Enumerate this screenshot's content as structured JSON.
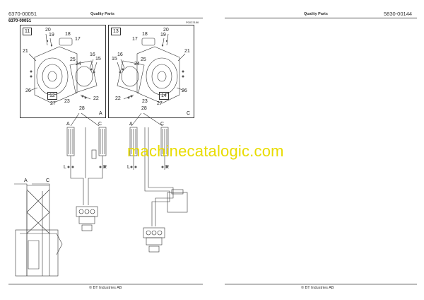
{
  "left_page": {
    "code": "6370-00051",
    "header_title": "Quality Parts",
    "section_code": "6370-00051",
    "picture_number": "P0023186",
    "footer": "© BT Industries AB",
    "panel_left": {
      "frame_label": "11",
      "labels": [
        "20",
        "19",
        "18",
        "17",
        "16",
        "15",
        "21",
        "25",
        "24",
        "22",
        "26",
        "27",
        "23"
      ],
      "boxed_label": "12",
      "corner_label": "A"
    },
    "panel_right": {
      "frame_label": "13",
      "labels": [
        "20",
        "19",
        "18",
        "17",
        "16",
        "15",
        "21",
        "25",
        "24",
        "22",
        "26",
        "27",
        "23"
      ],
      "boxed_label": "14",
      "corner_label": "C"
    },
    "hydraulic_label": "28",
    "schematic_labels": {
      "a1": "A",
      "c1": "C",
      "l1": "L",
      "r1": "R",
      "a2": "A",
      "c2": "C",
      "l2": "L",
      "r2": "R",
      "a3": "A",
      "c3": "C"
    }
  },
  "right_page": {
    "code": "5830-00144",
    "header_title": "Quality Parts",
    "footer": "© BT Industries AB"
  },
  "watermark": "machinecatalogic.com"
}
